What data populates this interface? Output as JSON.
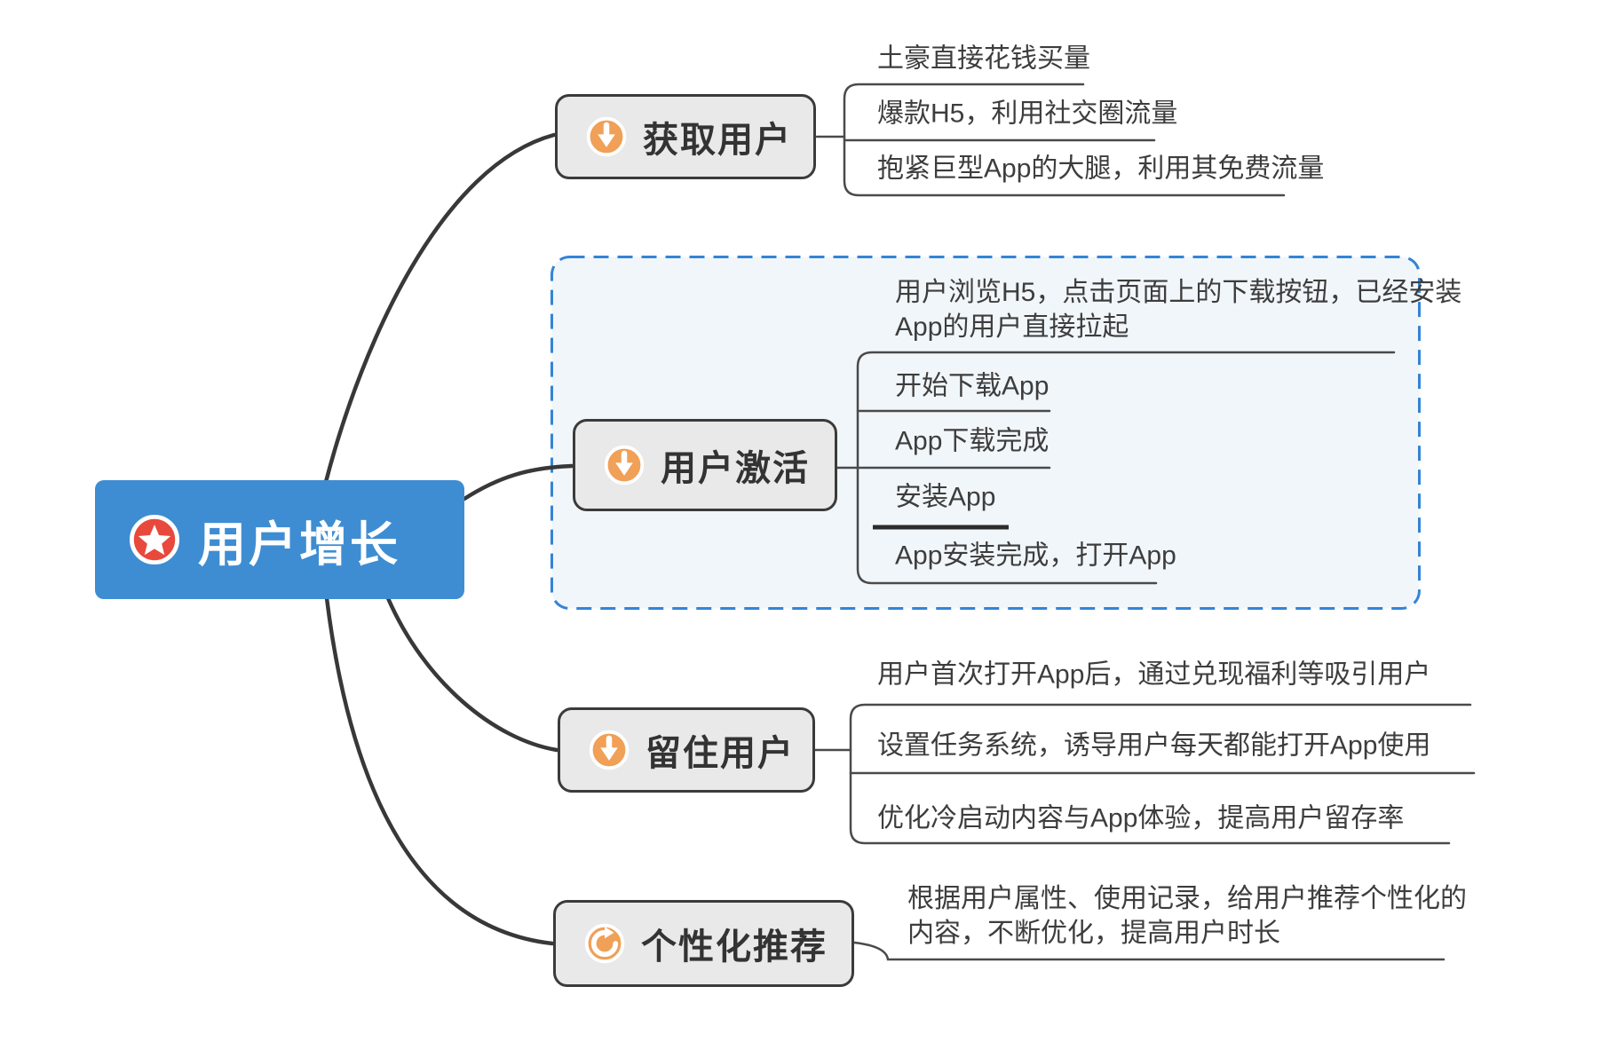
{
  "root": {
    "label": "用户增长",
    "icon": "star-icon",
    "bg_color": "#3e8dd3",
    "icon_color": "#e8493c",
    "text_color": "#ffffff"
  },
  "branches": [
    {
      "label": "获取用户",
      "icon": "download-arrow-icon",
      "icon_color": "#f0a057",
      "leaves": [
        {
          "text": "土豪直接花钱买量"
        },
        {
          "text": "爆款H5，利用社交圈流量"
        },
        {
          "text": "抱紧巨型App的大腿，利用其免费流量"
        }
      ]
    },
    {
      "label": "用户激活",
      "icon": "download-arrow-icon",
      "icon_color": "#f0a057",
      "grouped": true,
      "group_style": {
        "border": "#3384d6",
        "fill": "#f1f6fa",
        "dashed": true
      },
      "leaves": [
        {
          "text": "用户浏览H5，点击页面上的下载按钮，已经安装App的用户直接拉起"
        },
        {
          "text": "开始下载App"
        },
        {
          "text": "App下载完成"
        },
        {
          "text": "安装App",
          "emphasized_underline": true
        },
        {
          "text": "App安装完成，打开App"
        }
      ]
    },
    {
      "label": "留住用户",
      "icon": "download-arrow-icon",
      "icon_color": "#f0a057",
      "leaves": [
        {
          "text": "用户首次打开App后，通过兑现福利等吸引用户"
        },
        {
          "text": "设置任务系统，诱导用户每天都能打开App使用"
        },
        {
          "text": "优化冷启动内容与App体验，提高用户留存率"
        }
      ]
    },
    {
      "label": "个性化推荐",
      "icon": "refresh-icon",
      "icon_color": "#f0a057",
      "leaves": [
        {
          "text": "根据用户属性、使用记录，给用户推荐个性化的内容，不断优化，提高用户时长"
        }
      ]
    }
  ],
  "style": {
    "topic_fill": "#e9e9e9",
    "topic_border": "#3b3b3b",
    "line_color": "#4a4a4a",
    "leaf_text_color": "#3d3d3d"
  }
}
